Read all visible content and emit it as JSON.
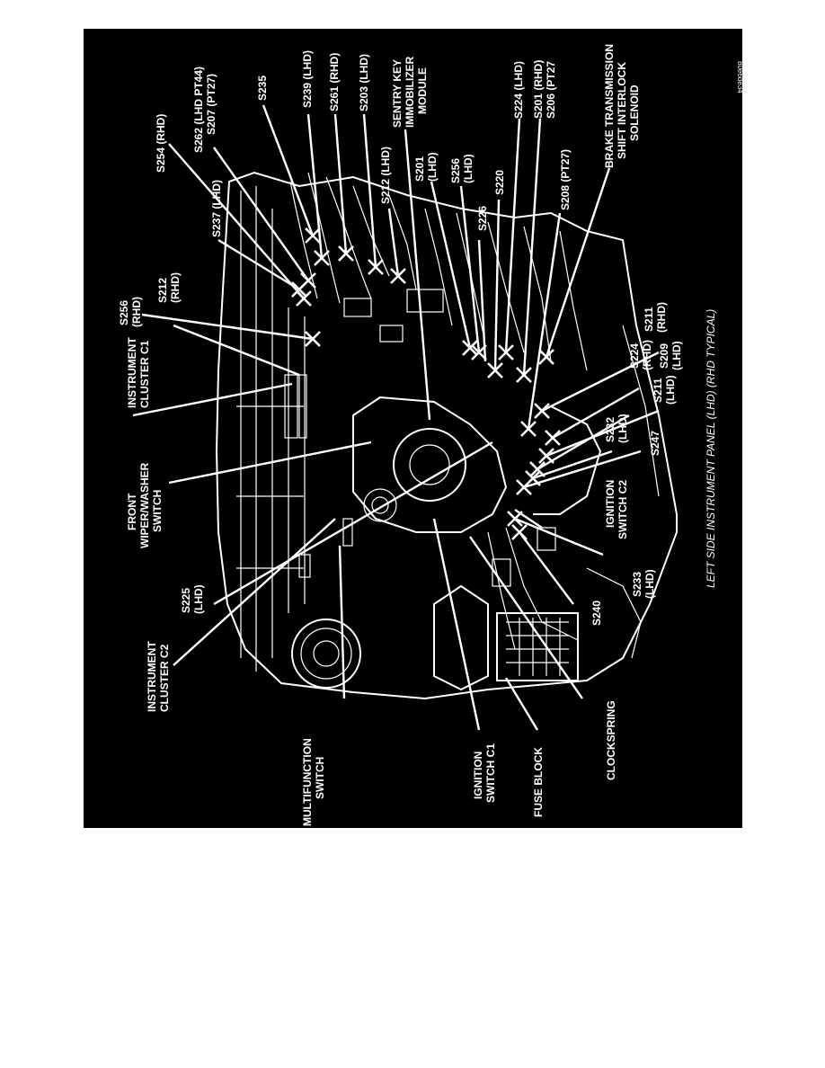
{
  "diagram": {
    "caption": "LEFT SIDE INSTRUMENT PANEL (LHD) (RHD TYPICAL)",
    "figure_code": "80e6de34",
    "labels": {
      "s254_rhd": "S254 (RHD)",
      "s262": "S262 (LHD PT44)",
      "s207": "S207 (PT27)",
      "s235": "S235",
      "s239": "S239 (LHD)",
      "s261": "S261 (RHD)",
      "s203": "S203 (LHD)",
      "sentry_1": "SENTRY KEY",
      "sentry_2": "IMMOBILIZER",
      "sentry_3": "MODULE",
      "s224_lhd": "S224 (LHD)",
      "s201_rhd": "S201 (RHD)",
      "s206": "S206 (PT27",
      "brake_1": "BRAKE TRANSMISSION",
      "brake_2": "SHIFT INTERLOCK",
      "brake_3": "SOLENOID",
      "s237": "S237 (LHD)",
      "s212_lhd": "S212 (LHD)",
      "s201_lhd_1": "S201",
      "s201_lhd_2": "(LHD)",
      "s256_lhd_1": "S256",
      "s256_lhd_2": "(LHD)",
      "s220": "S220",
      "s226": "S226",
      "s208": "S208 (PT27)",
      "s256_rhd_1": "S256",
      "s256_rhd_2": "(RHD)",
      "s212_rhd_1": "S212",
      "s212_rhd_2": "(RHD)",
      "ic_c1_1": "INSTRUMENT",
      "ic_c1_2": "CLUSTER C1",
      "front_1": "FRONT",
      "front_2": "WIPER/WASHER",
      "front_3": "SWITCH",
      "s225_1": "S225",
      "s225_2": "(LHD)",
      "ic_c2_1": "INSTRUMENT",
      "ic_c2_2": "CLUSTER C2",
      "multi_1": "MULTIFUNCTION",
      "multi_2": "SWITCH",
      "s211_rhd_1": "S211",
      "s211_rhd_2": "(RHD)",
      "s224_rhd_1": "S224",
      "s224_rhd_2": "(RHD)",
      "s209_1": "S209",
      "s209_2": "(LHD)",
      "s211_lhd_1": "S211",
      "s211_lhd_2": "(LHD)",
      "s232_1": "S232",
      "s232_2": "(LHD)",
      "s247": "S247",
      "ign_c2_1": "IGNITION",
      "ign_c2_2": "SWITCH C2",
      "s233_1": "S233",
      "s233_2": "(LHD)",
      "s240": "S240",
      "ign_c1_1": "IGNITION",
      "ign_c1_2": "SWITCH C1",
      "fuse": "FUSE BLOCK",
      "clock": "CLOCKSPRING"
    }
  }
}
